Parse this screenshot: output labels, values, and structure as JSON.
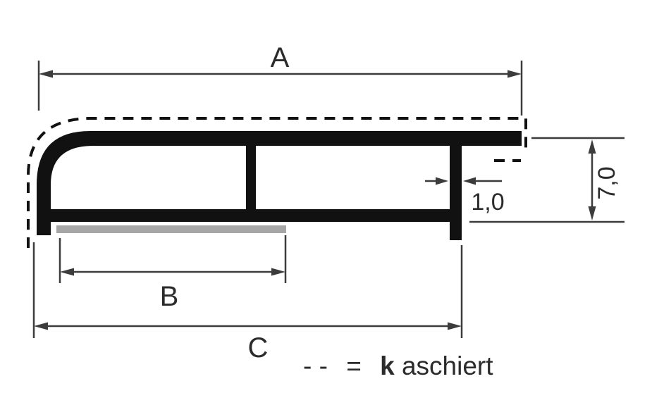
{
  "diagram": {
    "labels": {
      "width_total": "A",
      "width_foam": "B",
      "width_body": "C",
      "wall_thickness": "1,0",
      "profile_height": "7,0"
    },
    "legend": {
      "dashes": "- -",
      "equals": "=",
      "word_bold_prefix": "k",
      "word_rest": "aschiert"
    },
    "colors": {
      "profile": "#111111",
      "dimension": "#3c3c3c",
      "text": "#2b2b2b",
      "foam": "#a6a6a6",
      "background": "#ffffff"
    }
  }
}
